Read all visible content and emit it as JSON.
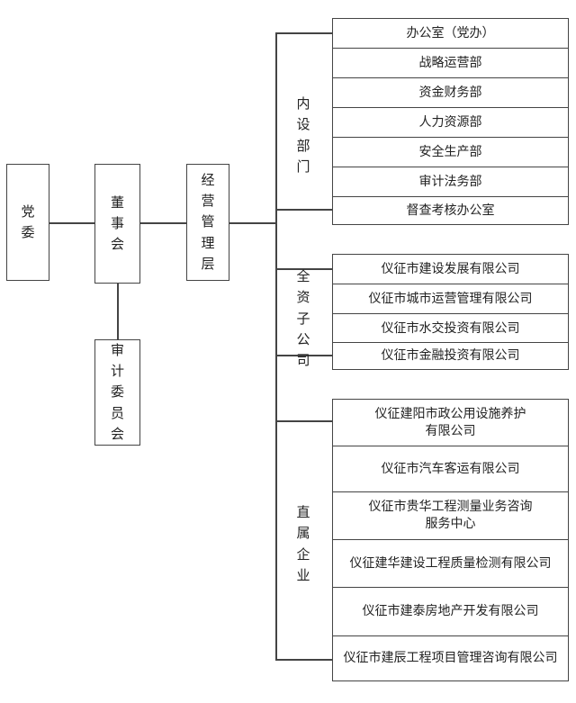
{
  "left_units": {
    "party_committee": "党委",
    "board": "董事会",
    "management": "经营管理层",
    "audit_committee": "审计委员会"
  },
  "groups": [
    {
      "label": "内设部门",
      "items": [
        "办公室（党办）",
        "战略运营部",
        "资金财务部",
        "人力资源部",
        "安全生产部",
        "审计法务部",
        "督查考核办公室"
      ]
    },
    {
      "label": "全资子公司",
      "items": [
        "仪征市建设发展有限公司",
        "仪征市城市运营管理有限公司",
        "仪征市水交投资有限公司",
        "仪征市金融投资有限公司"
      ]
    },
    {
      "label": "直属企业",
      "items": [
        "仪征建阳市政公用设施养护\n有限公司",
        "仪征市汽车客运有限公司",
        "仪征市贵华工程测量业务咨询\n服务中心",
        "仪征建华建设工程质量检测有限公司",
        "仪征市建泰房地产开发有限公司",
        "仪征市建辰工程项目管理咨询有限公司"
      ]
    }
  ]
}
